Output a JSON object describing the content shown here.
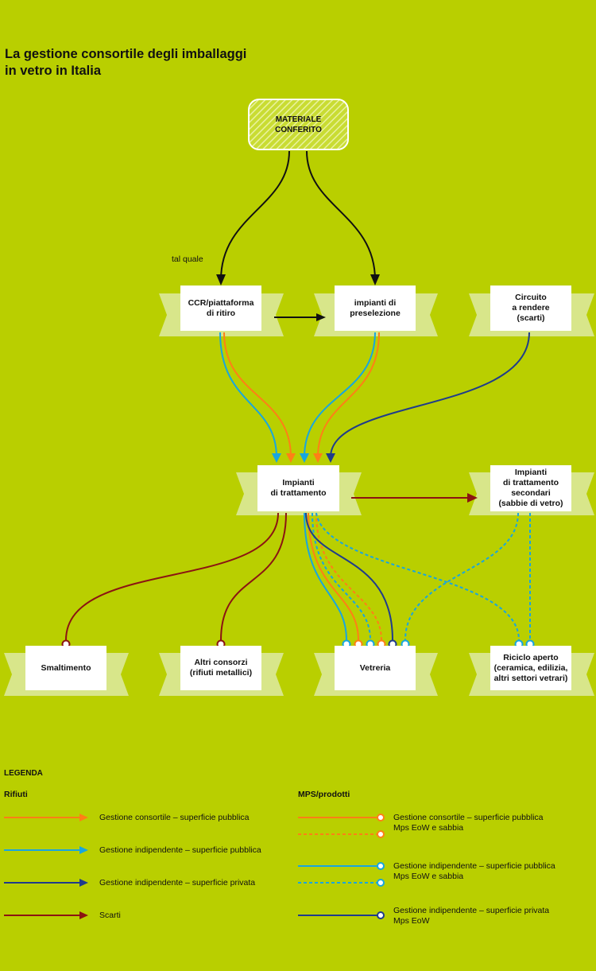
{
  "title": [
    "La gestione consortile degli imballaggi",
    "in vetro in Italia"
  ],
  "colors": {
    "background": "#b9cf00",
    "consortile": "#ff7f16",
    "indipendente_pubblica": "#18a6df",
    "indipendente_privata": "#1f3c8b",
    "scarti": "#8b1412",
    "black": "#111111"
  },
  "nodes": {
    "materiale": [
      "MATERIALE",
      "CONFERITO"
    ],
    "ccr": [
      "CCR/piattaforma",
      "di ritiro"
    ],
    "preselezione": [
      "impianti di",
      "preselezione"
    ],
    "circuito": [
      "Circuito",
      "a rendere",
      "(scarti)"
    ],
    "trattamento": [
      "Impianti",
      "di trattamento"
    ],
    "secondari": [
      "Impianti",
      "di trattamento",
      "secondari",
      "(sabbie di vetro)"
    ],
    "smaltimento": [
      "Smaltimento"
    ],
    "altri": [
      "Altri consorzi",
      "(rifiuti metallici)"
    ],
    "vetreria": [
      "Vetreria"
    ],
    "riciclo": [
      "Riciclo aperto",
      "(ceramica, edilizia,",
      "altri settori vetrari)"
    ]
  },
  "tal_quale": "tal quale",
  "legend": {
    "title": "LEGENDA",
    "rifiuti_heading": "Rifiuti",
    "mps_heading": "MPS/prodotti",
    "rifiuti": [
      {
        "color": "#ff7f16",
        "label": "Gestione consortile – superficie pubblica"
      },
      {
        "color": "#18a6df",
        "label": "Gestione indipendente – superficie pubblica"
      },
      {
        "color": "#1f3c8b",
        "label": "Gestione indipendente – superficie privata"
      },
      {
        "color": "#8b1412",
        "label": "Scarti"
      }
    ],
    "mps": [
      {
        "color": "#ff7f16",
        "dashed": true,
        "lines": [
          "Gestione consortile – superficie pubblica",
          "Mps EoW e sabbia"
        ]
      },
      {
        "color": "#18a6df",
        "dashed": true,
        "lines": [
          "Gestione indipendente – superficie pubblica",
          "Mps EoW e sabbia"
        ]
      },
      {
        "color": "#1f3c8b",
        "dashed": false,
        "lines": [
          "Gestione indipendente – superficie privata",
          "Mps EoW"
        ]
      }
    ]
  }
}
